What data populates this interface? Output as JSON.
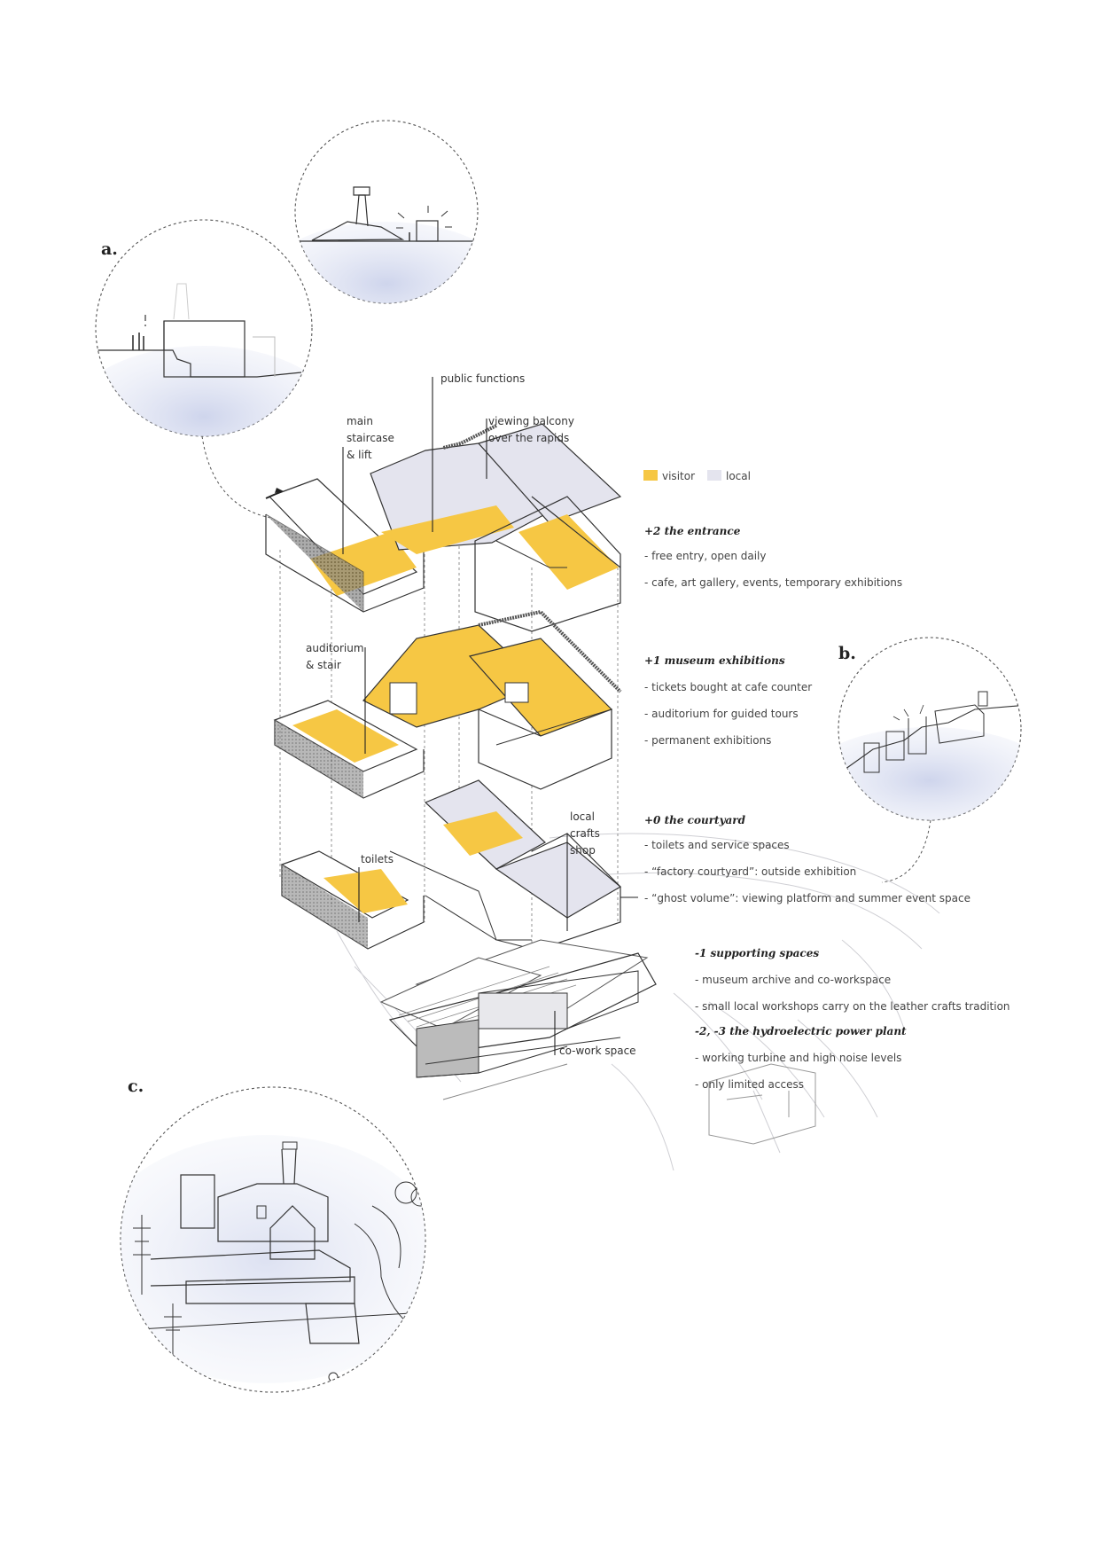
{
  "letters": {
    "a": "a.",
    "b": "b.",
    "c": "c."
  },
  "labels": {
    "public_functions": "public functions",
    "main_staircase": "main\nstaircase\n& lift",
    "viewing_balcony": "viewing balcony\nover the rapids",
    "auditorium": "auditorium\n& stair",
    "local_crafts": "local\ncrafts\nshop",
    "toilets": "toilets",
    "cowork": "co-work space"
  },
  "legend": {
    "visitor": "visitor",
    "local": "local",
    "visitor_color": "#f6c744",
    "local_color": "#e4e4ee"
  },
  "levels": [
    {
      "heading": "+2 the entrance",
      "items": [
        "- free entry, open daily",
        "-  cafe, art gallery, events, temporary exhibitions"
      ]
    },
    {
      "heading": "+1 museum exhibitions",
      "items": [
        "- tickets bought at cafe counter",
        "- auditorium for guided tours",
        "- permanent exhibitions"
      ]
    },
    {
      "heading": "+0 the courtyard",
      "items": [
        "- toilets and service spaces",
        "- “factory courtyard”: outside exhibition",
        "- “ghost volume”: viewing platform and summer event space"
      ]
    },
    {
      "heading": "-1 supporting spaces",
      "items": [
        "- museum archive and co-workspace",
        "- small local workshops carry on the leather crafts tradition"
      ]
    },
    {
      "heading": "-2, -3 the hydroelectric power plant",
      "items": [
        "- working turbine and high noise levels",
        "- only limited access"
      ]
    }
  ],
  "colors": {
    "visitor": "#f6c744",
    "local": "#e4e4ee",
    "sky_wash": "#d7dcee",
    "line": "#333333"
  }
}
